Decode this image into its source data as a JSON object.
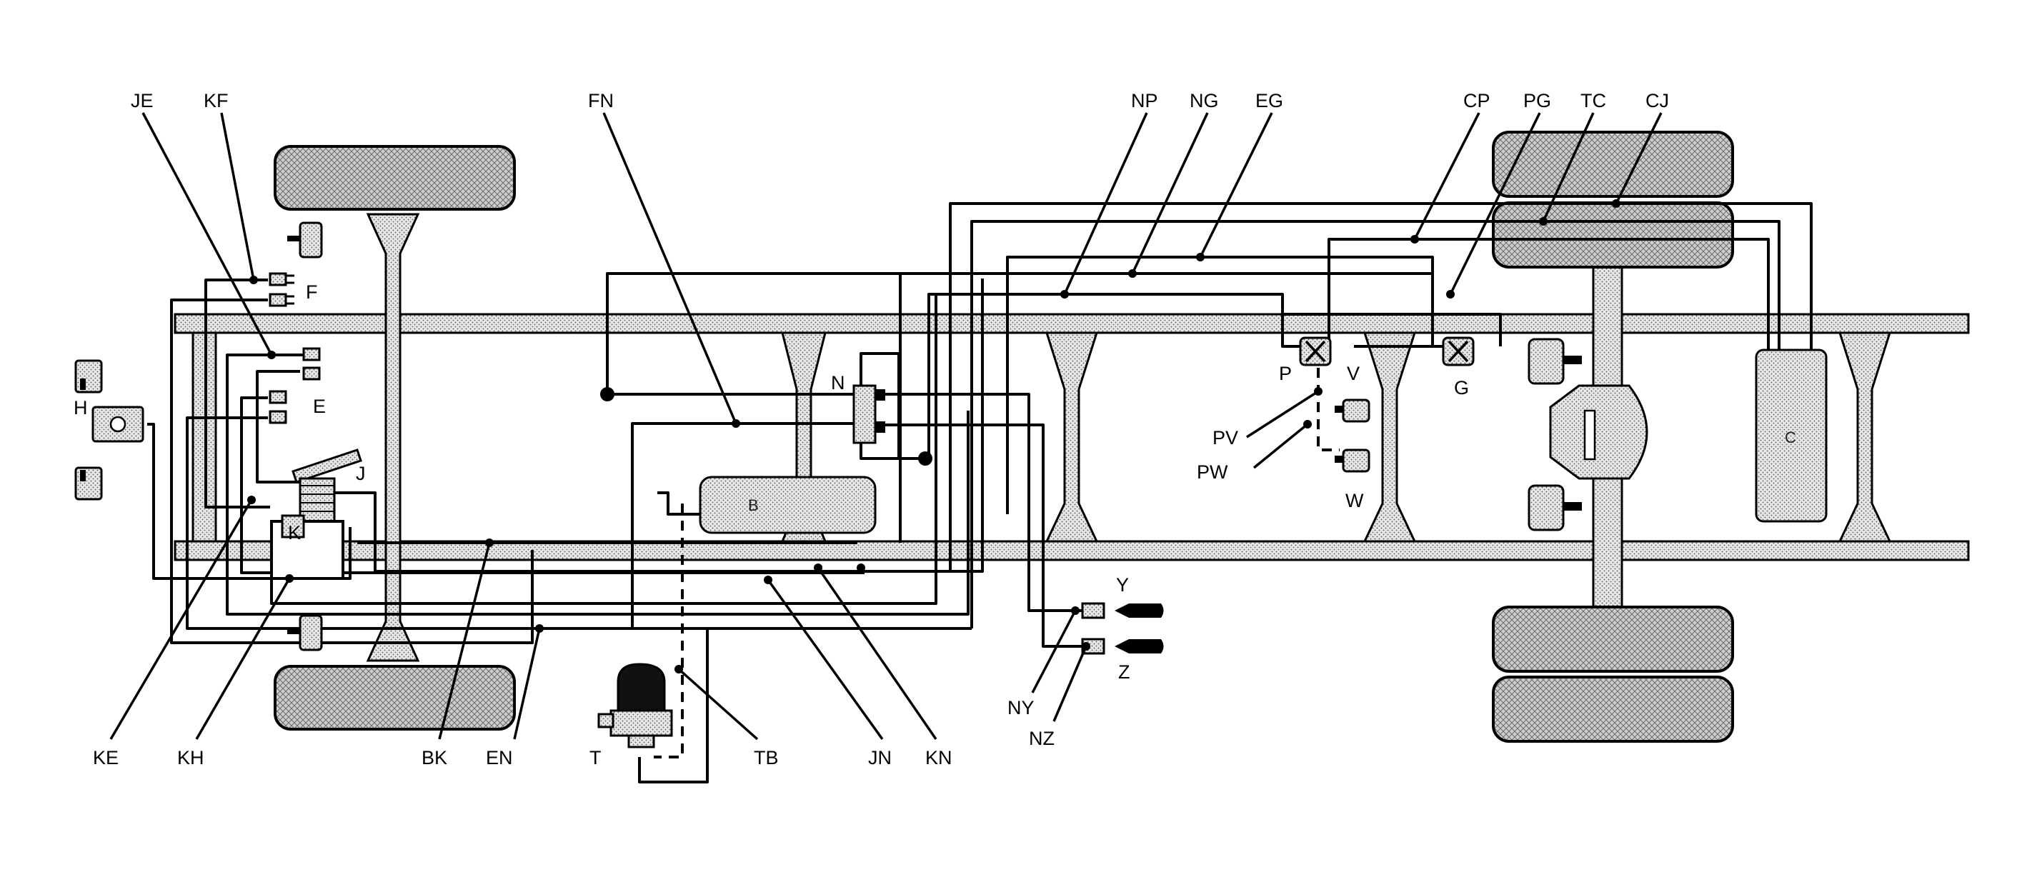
{
  "diagram": {
    "callouts": [
      "JE",
      "KF",
      "FN",
      "NP",
      "NG",
      "EG",
      "CP",
      "PG",
      "TC",
      "CJ",
      "PV",
      "PW",
      "KE",
      "KH",
      "BK",
      "EN",
      "TB",
      "JN",
      "KN",
      "NY",
      "NZ"
    ],
    "components": [
      "F",
      "E",
      "H",
      "J",
      "K",
      "N",
      "B",
      "T",
      "Y",
      "Z",
      "P",
      "V",
      "G",
      "W",
      "C"
    ],
    "component_symbols": [
      "B",
      "C"
    ],
    "line_colors": {
      "stroke": "#000000",
      "frame_fill": "#d9d9d9",
      "tire_fill": "#cfcfcf"
    }
  }
}
